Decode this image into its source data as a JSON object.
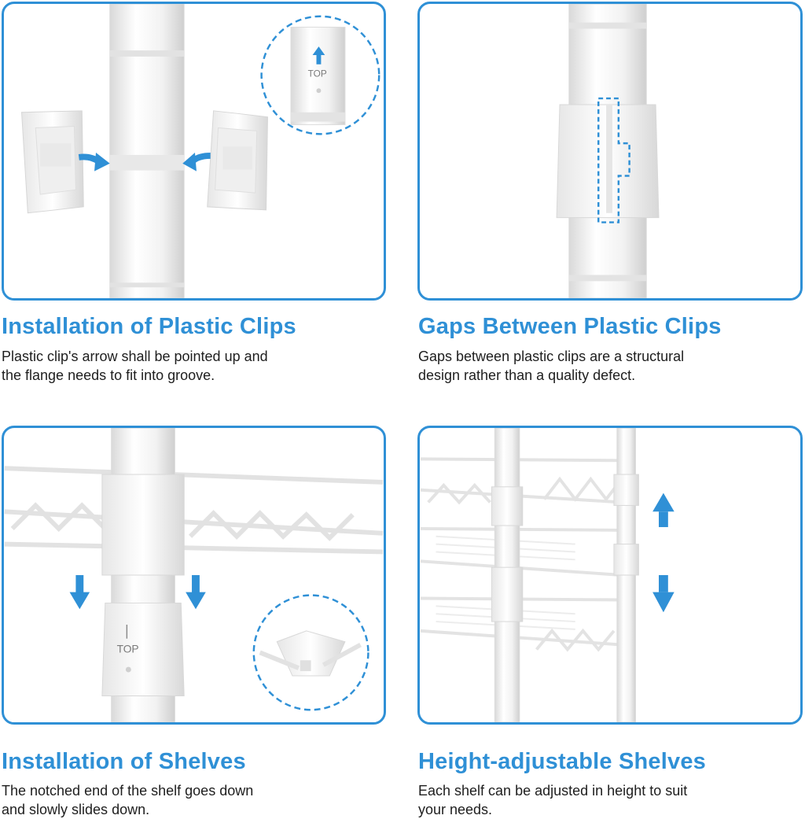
{
  "colors": {
    "accent": "#2f90d6",
    "text": "#1e1e1e",
    "white_part": "#f4f4f4"
  },
  "panels": [
    {
      "title": "Installation of Plastic Clips",
      "desc_lines": [
        "Plastic clip's arrow shall be pointed up and",
        "the flange needs to fit into groove."
      ],
      "icons": [
        "left-arrow-icon",
        "right-arrow-icon",
        "up-arrow-icon"
      ],
      "marking": "TOP"
    },
    {
      "title": "Gaps Between Plastic Clips",
      "desc_lines": [
        "Gaps between plastic clips are a structural",
        "design rather than a quality defect."
      ]
    },
    {
      "title": "Installation of Shelves",
      "desc_lines": [
        "The notched end of the shelf goes down",
        "and slowly slides down."
      ],
      "icons": [
        "down-arrow-icon",
        "down-arrow-icon"
      ],
      "marking": "TOP"
    },
    {
      "title": "Height-adjustable Shelves",
      "desc_lines": [
        "Each shelf can be adjusted in height to suit",
        "your needs."
      ],
      "icons": [
        "up-arrow-icon",
        "down-arrow-icon"
      ]
    }
  ]
}
